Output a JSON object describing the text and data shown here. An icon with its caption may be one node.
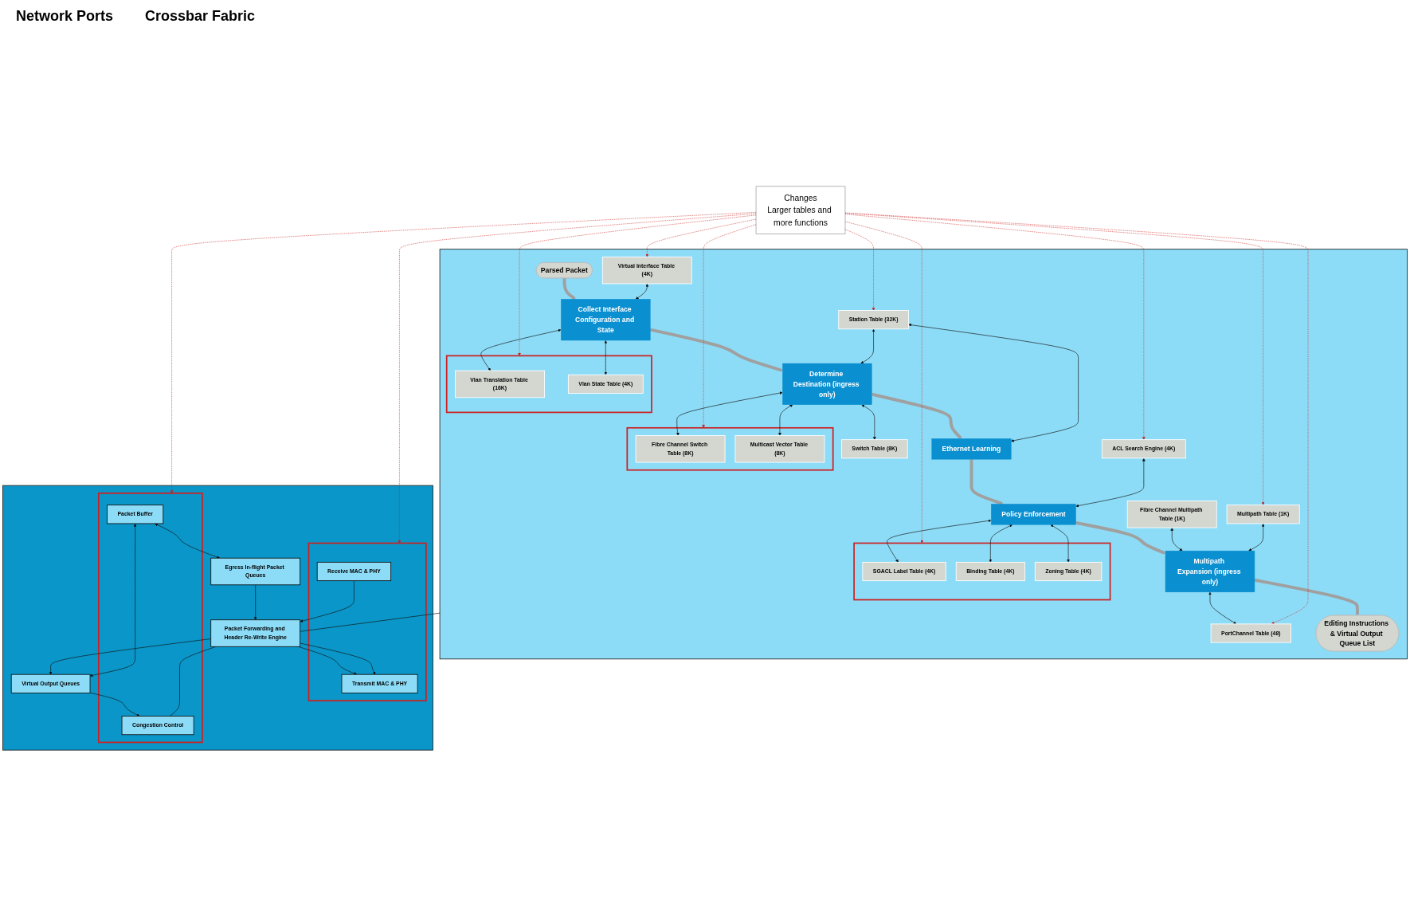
{
  "diagram": {
    "nodes": [
      {
        "text": [],
        "shape": "box"
      },
      {
        "text": [
          "Parsed Packet"
        ],
        "in": 0
      },
      {
        "text": [
          "Virtual Interface Table (4K)"
        ],
        "in": 0
      },
      {
        "text": [
          "Collect Interface Configuration and State"
        ],
        "in": 0
      },
      {
        "text": [],
        "shape": "box",
        "in": 0
      },
      {
        "text": [
          "Vlan Translation Table (16K)"
        ],
        "in": 4
      },
      {
        "text": [
          "Vlan State Table (4K)"
        ],
        "in": 4
      },
      {
        "text": [
          "Station Table (32K)"
        ],
        "in": 0
      },
      {
        "text": [
          "Determine Destination (ingress only)"
        ],
        "in": 0
      },
      {
        "text": [],
        "shape": "box",
        "in": 0
      },
      {
        "text": [
          "Fibre Channel Switch Table (8K)"
        ],
        "in": 9
      },
      {
        "text": [
          "Multicast Vector Table (8K)"
        ],
        "in": 9
      },
      {
        "text": [
          "Switch Table (8K)"
        ],
        "in": 0
      },
      {
        "text": [
          "Ethernet Learning"
        ],
        "in": 0
      },
      {
        "text": [],
        "shape": "box",
        "in": 0
      },
      {
        "text": [
          "SGACL Label Table (4K)"
        ],
        "in": 14
      },
      {
        "text": [
          "ACL Search Engine (4K)"
        ],
        "in": 0
      },
      {
        "text": [
          "Policy Enforcement"
        ],
        "in": 0
      },
      {
        "text": [
          "Binding Table (4K)"
        ],
        "in": 14
      },
      {
        "text": [
          "Zoning Table (4K)"
        ],
        "in": 14
      },
      {
        "text": [
          "Fibre Channel Multipath Table (1K)"
        ],
        "in": 0
      },
      {
        "text": [
          "Multipath Expansion (ingress only)"
        ],
        "in": 0
      },
      {
        "text": [
          "PortChannel Table (48)"
        ],
        "in": 0
      },
      {
        "text": [
          "Multipath Table (1K)"
        ],
        "in": 0
      },
      {
        "text": [
          "Editing Instructions & Virtual Output Queue List"
        ],
        "in": 0
      },
      {
        "text": [
          "Changes",
          "Larger tables and more functions"
        ]
      },
      {
        "text": [],
        "shape": "box"
      },
      {
        "text": [],
        "shape": "box",
        "in": 26
      },
      {
        "text": [
          "Transmit MAC & PHY"
        ],
        "in": 27
      },
      {
        "text": [
          "Receive MAC & PHY"
        ],
        "in": 27
      },
      {
        "text": [
          "Packet Forwarding and Header Re-Write Engine"
        ],
        "in": 26
      },
      {
        "text": [],
        "shape": "box",
        "in": 26
      },
      {
        "text": [
          "Congestion Control"
        ],
        "in": 31
      },
      {
        "text": [
          "Egress In-flight Packet Queues"
        ],
        "in": 26
      },
      {
        "text": [
          "Packet Buffer"
        ],
        "in": 31
      },
      {
        "text": [
          "Virtual Output Queues"
        ],
        "in": 26
      }
    ],
    "edges": [
      {
        "from": 1,
        "to": 3,
        "arrow": "to",
        "style": "thick",
        "color": "#a0a0a0"
      },
      {
        "from": 3,
        "to": 8,
        "arrow": "to",
        "style": "thick",
        "color": "#a0a0a0"
      },
      {
        "from": 8,
        "to": 13,
        "arrow": "to",
        "style": "thick",
        "color": "#a0a0a0"
      },
      {
        "from": 13,
        "to": 17,
        "arrow": "to",
        "style": "thick",
        "color": "#a0a0a0"
      },
      {
        "from": 17,
        "to": 21,
        "arrow": "to",
        "style": "thick",
        "color": "#a0a0a0"
      },
      {
        "from": 21,
        "to": 24,
        "arrow": "to",
        "style": "thick",
        "color": "#a0a0a0"
      },
      {
        "from": 2,
        "to": 3,
        "arrow": "both"
      },
      {
        "from": 3,
        "to": 5,
        "arrow": "both"
      },
      {
        "from": 3,
        "to": 6,
        "arrow": "both"
      },
      {
        "from": 7,
        "to": 8,
        "arrow": "both"
      },
      {
        "from": 7,
        "to": 13,
        "arrow": "both"
      },
      {
        "from": 8,
        "to": 10,
        "arrow": "both"
      },
      {
        "from": 8,
        "to": 11,
        "arrow": "both"
      },
      {
        "from": 8,
        "to": 12,
        "arrow": "both"
      },
      {
        "from": 16,
        "to": 17,
        "arrow": "both"
      },
      {
        "from": 17,
        "to": 15,
        "arrow": "both"
      },
      {
        "from": 17,
        "to": 18,
        "arrow": "both"
      },
      {
        "from": 17,
        "to": 19,
        "arrow": "both"
      },
      {
        "from": 20,
        "to": 21,
        "arrow": "both"
      },
      {
        "from": 23,
        "to": 21,
        "arrow": "both"
      },
      {
        "from": 21,
        "to": 22,
        "arrow": "both"
      },
      {
        "from": 30,
        "to": 28,
        "arrow": "to"
      },
      {
        "from": 30,
        "to": 28,
        "arrow": "to"
      },
      {
        "from": 29,
        "to": 30,
        "arrow": "to"
      },
      {
        "from": 30,
        "to": 35,
        "arrow": "to"
      },
      {
        "from": 33,
        "to": 30,
        "arrow": "to"
      },
      {
        "from": 34,
        "to": 33,
        "arrow": "both"
      },
      {
        "from": 34,
        "to": 35,
        "arrow": "both"
      },
      {
        "from": 35,
        "to": 32,
        "arrow": "to"
      },
      {
        "from": 32,
        "to": 30,
        "arrow": "none"
      },
      {
        "from": 0,
        "to": 30,
        "arrow": "none"
      },
      {
        "from": 25,
        "to": 2,
        "arrow": "to",
        "style": "dashed",
        "color": "#cc2222"
      },
      {
        "from": 25,
        "to": 4,
        "arrow": "to",
        "style": "dashed",
        "color": "#cc2222"
      },
      {
        "from": 25,
        "to": 9,
        "arrow": "to",
        "style": "dashed",
        "color": "#cc2222"
      },
      {
        "from": 25,
        "to": 7,
        "arrow": "to",
        "style": "dashed",
        "color": "#cc2222"
      },
      {
        "from": 25,
        "to": 14,
        "arrow": "to",
        "style": "dashed",
        "color": "#cc2222"
      },
      {
        "from": 25,
        "to": 16,
        "arrow": "to",
        "style": "dashed",
        "color": "#cc2222"
      },
      {
        "from": 25,
        "to": 22,
        "arrow": "to",
        "style": "dashed",
        "color": "#cc2222"
      },
      {
        "from": 25,
        "to": 23,
        "arrow": "to",
        "style": "dashed",
        "color": "#cc2222"
      },
      {
        "from": 25,
        "to": 27,
        "arrow": "to",
        "style": "dashed",
        "color": "#cc2222"
      },
      {
        "from": 25,
        "to": 31,
        "arrow": "to",
        "style": "dashed",
        "color": "#cc2222"
      }
    ],
    "labels": [
      "Network Ports",
      "Crossbar Fabric"
    ]
  }
}
